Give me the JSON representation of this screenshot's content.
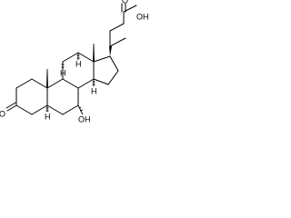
{
  "molecule": {
    "atoms": {
      "carboxylic_acid": "OH",
      "carbonyl_oxygen": "O",
      "ketone_oxygen": "O",
      "hydroxyl": "OH",
      "h8": "H",
      "h9": "H",
      "h14": "H",
      "h5": "H"
    }
  }
}
